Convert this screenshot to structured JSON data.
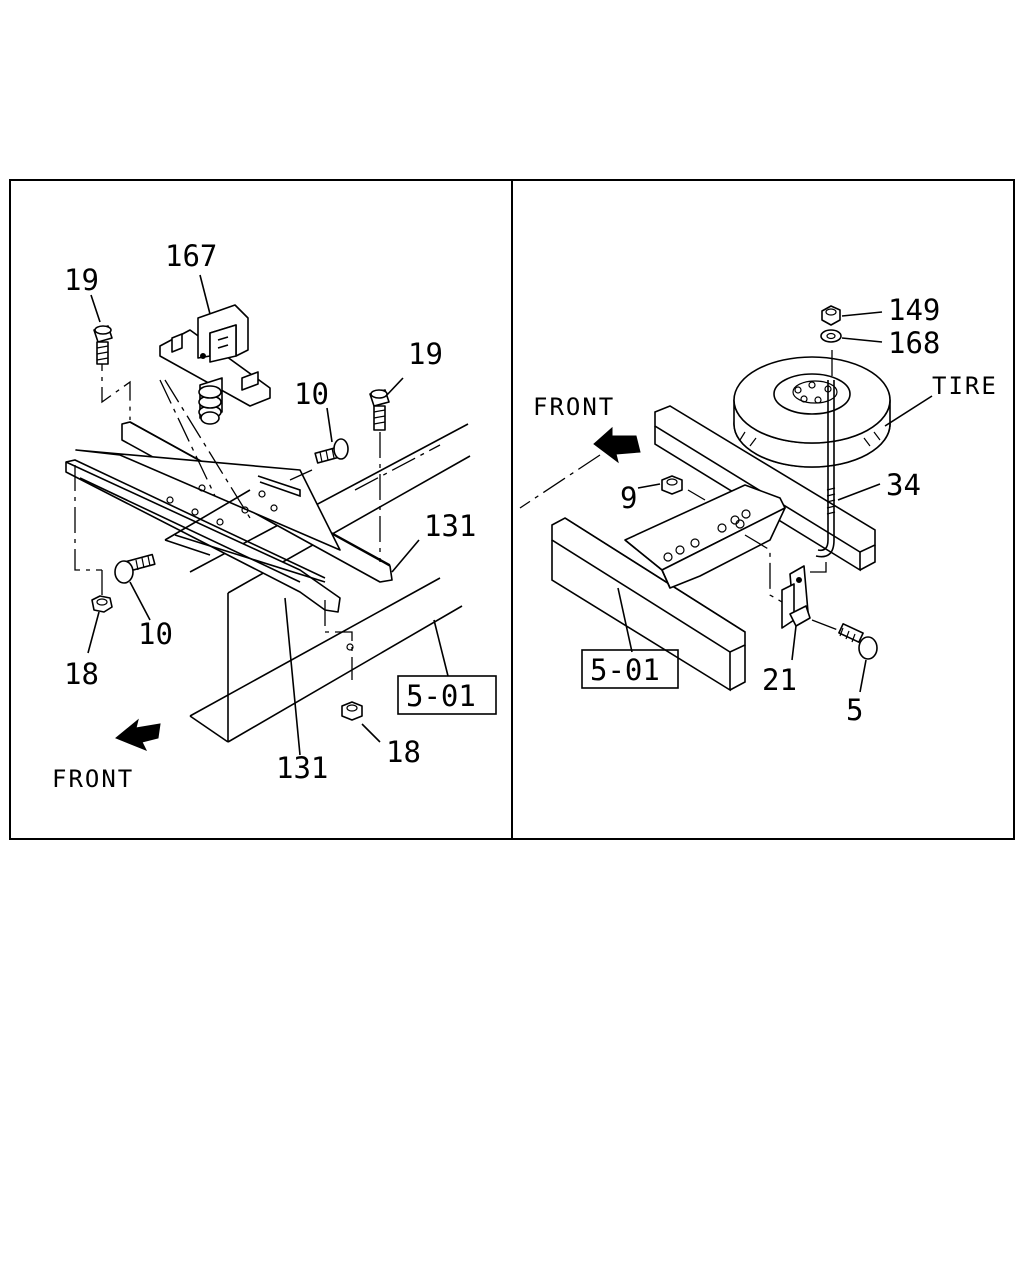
{
  "colors": {
    "ink": "#000000",
    "paper": "#ffffff"
  },
  "left_panel": {
    "callouts": {
      "c167": "167",
      "c19a": "19",
      "c19b": "19",
      "c10a": "10",
      "c10b": "10",
      "c131a": "131",
      "c131b": "131",
      "c18a": "18",
      "c18b": "18",
      "ref": "5-01"
    },
    "front_label": "FRONT",
    "front_arrow_icon": "arrow-left-icon"
  },
  "right_panel": {
    "callouts": {
      "c149": "149",
      "c168": "168",
      "tire": "TIRE",
      "c34": "34",
      "c9": "9",
      "c21": "21",
      "c5": "5",
      "ref": "5-01"
    },
    "front_label": "FRONT",
    "front_arrow_icon": "arrow-left-icon"
  }
}
